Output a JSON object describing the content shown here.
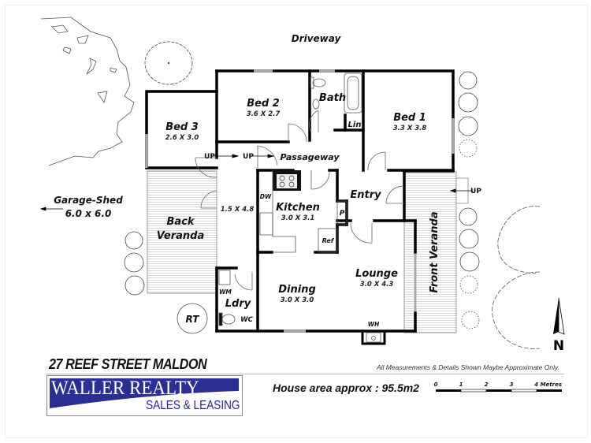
{
  "plan": {
    "outside_labels": {
      "driveway": "Driveway",
      "garage_shed": "Garage-Shed",
      "garage_shed_dims": "6.0 x 6.0",
      "rainwater_tank": "RT",
      "north": "N"
    },
    "rooms": [
      {
        "name": "Bed 1",
        "dims": "3.3 X 3.8"
      },
      {
        "name": "Bed 2",
        "dims": "3.6 X 2.7"
      },
      {
        "name": "Bed 3",
        "dims": "2.6 X 3.0"
      },
      {
        "name": "Bath",
        "dims": ""
      },
      {
        "name": "Lin",
        "dims": ""
      },
      {
        "name": "Passageway",
        "dims": ""
      },
      {
        "name": "Entry",
        "dims": ""
      },
      {
        "name": "Kitchen",
        "dims": "3.0 X 3.1"
      },
      {
        "name": "Lounge",
        "dims": "3.0 X 4.3"
      },
      {
        "name": "Dining",
        "dims": "3.0 X 3.0"
      },
      {
        "name": "Ldry",
        "dims": ""
      },
      {
        "name": "Back",
        "dims": ""
      },
      {
        "name": "Veranda",
        "dims": ""
      },
      {
        "name": "Front Veranda",
        "dims": ""
      },
      {
        "name": "",
        "dims": "1.5 X 4.8"
      }
    ],
    "fixtures": {
      "dw": "DW",
      "pantry": "P",
      "ref": "Ref",
      "wm": "WM",
      "wc": "WC",
      "wh": "WH",
      "up1": "UP",
      "up2": "UP",
      "up3": "UP"
    }
  },
  "footer": {
    "address": "27 REEF STREET MALDON",
    "disclaimer": "All Measurements & Details Shown Maybe Approximate Only.",
    "house_area": "House area approx : 95.5m2",
    "logo_line1": "WALLER REALTY",
    "logo_line2": "SALES & LEASING",
    "logo_color": "#2a2f91",
    "scale": {
      "ticks": [
        "0",
        "1",
        "2",
        "3",
        "4 Metres"
      ]
    }
  }
}
